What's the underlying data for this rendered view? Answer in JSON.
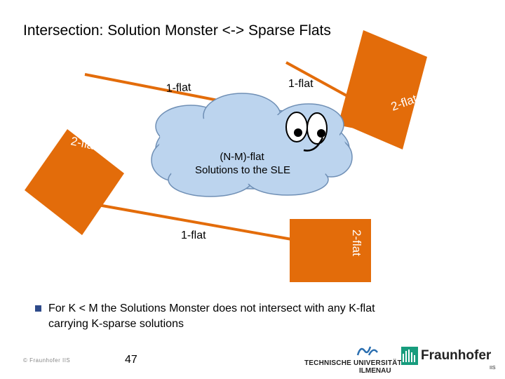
{
  "slide": {
    "title": "Intersection: Solution Monster <-> Sparse Flats",
    "cloud_line1": "(N-M)-flat",
    "cloud_line2": "Solutions to the SLE",
    "labels": {
      "one_flat_top_left": "1-flat",
      "one_flat_top_right": "1-flat",
      "one_flat_bottom": "1-flat",
      "two_flat_right_top": "2-flat",
      "two_flat_left": "2-flat",
      "two_flat_bottom_right": "2-flat"
    },
    "bullet": "For K < M the Solutions Monster does not intersect with any K-flat carrying K-sparse solutions",
    "footer_copyright": "© Fraunhofer IIS",
    "page_number": "47"
  },
  "logos": {
    "tu_line1": "TECHNISCHE UNIVERSITÄT",
    "tu_line2": "ILMENAU",
    "fraunhofer": "Fraunhofer",
    "fraunhofer_sub": "IIS"
  },
  "colors": {
    "flat_orange": "#e36c0a",
    "line_orange": "#e36c0a",
    "cloud_fill": "#bcd4ee",
    "cloud_stroke": "#6f8fb5",
    "bullet_blue": "#2e4a8a",
    "fraunhofer_green": "#179c7d"
  }
}
